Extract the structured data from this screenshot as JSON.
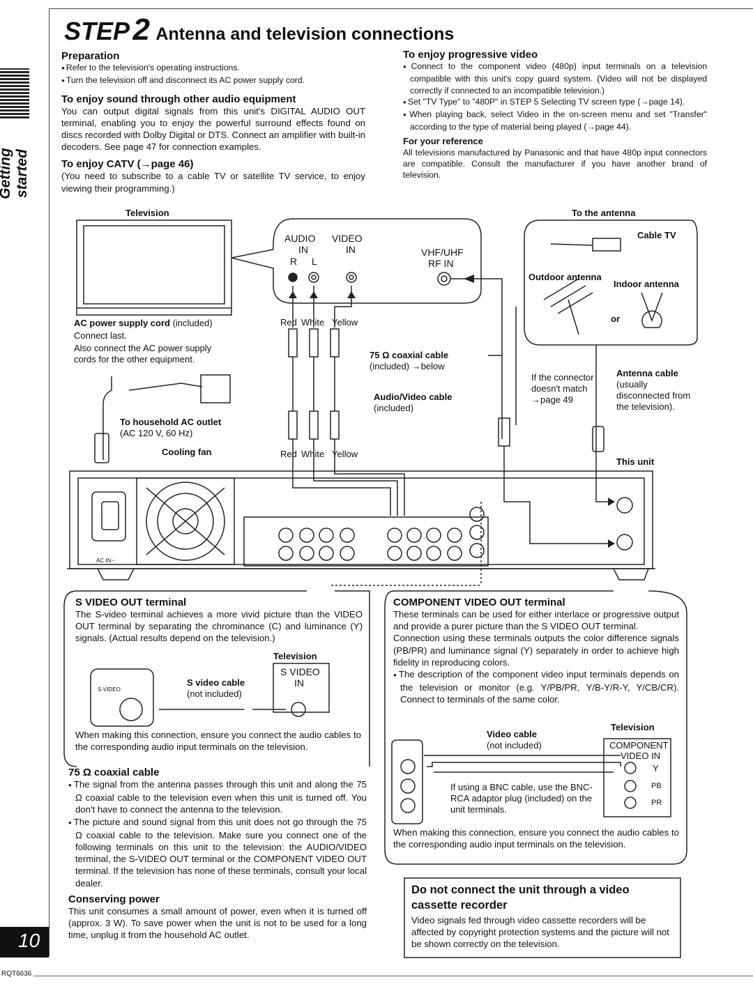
{
  "header": {
    "step_word": "STEP",
    "step_number": "2",
    "title": "Antenna and television connections"
  },
  "side_tab": "Getting started",
  "page_number": "10",
  "doc_code": "RQT6636",
  "left_col": {
    "preparation": {
      "heading": "Preparation",
      "bullets": [
        "Refer to the television's operating instructions.",
        "Turn the television off and disconnect its AC power supply cord."
      ]
    },
    "sound": {
      "heading": "To enjoy sound through other audio equipment",
      "text": "You can output digital signals from this unit's DIGITAL AUDIO OUT terminal, enabling you to enjoy the powerful surround effects found on discs recorded with Dolby Digital or DTS. Connect an amplifier with built-in decoders. See page 47 for connection examples."
    },
    "catv": {
      "heading": "To enjoy CATV (→page 46)",
      "text": "(You need to subscribe to a cable TV or satellite TV service, to enjoy viewing their programming.)"
    }
  },
  "right_col": {
    "progressive": {
      "heading": "To enjoy progressive video",
      "bullets": [
        "Connect to the component video (480p) input terminals on a television compatible with this unit's copy guard system. (Video will not be displayed correctly if connected to an incompatible television.)",
        "Set \"TV Type\" to \"480P\" in STEP 5 Selecting TV screen type (→page 14).",
        "When playing back, select Video in the on-screen menu and set \"Transfer\" according to the type of material being played (→page 44)."
      ]
    },
    "reference": {
      "heading": "For your reference",
      "text": "All televisions manufactured by Panasonic and that have 480p input connectors are compatible. Consult the manufacturer if you have another brand of television."
    }
  },
  "diagram": {
    "television": "Television",
    "to_antenna": "To the antenna",
    "audio": "AUDIO",
    "audio_in": "IN",
    "video": "VIDEO",
    "video_in": "IN",
    "r": "R",
    "l": "L",
    "vhf_uhf": "VHF/UHF",
    "rf_in": "RF IN",
    "cable_tv": "Cable TV",
    "outdoor_antenna": "Outdoor antenna",
    "indoor_antenna": "Indoor antenna",
    "or": "or",
    "ac_cord_bold": "AC power supply cord",
    "ac_cord_rest": " (included)",
    "connect_last": "Connect last.",
    "also_connect": "Also connect the AC power supply cords for the other equipment.",
    "red": "Red",
    "white": "White",
    "yellow": "Yellow",
    "coax_bold": "75 Ω coaxial cable",
    "coax_rest": "(included) →below",
    "av_cable_bold": "Audio/Video cable",
    "av_cable_rest": "(included)",
    "connector_note": "If the connector doesn't match →page 49",
    "antenna_cable_bold": "Antenna cable",
    "antenna_cable_rest": "(usually disconnected from the television).",
    "household_bold": "To household AC outlet",
    "household_rest": "(AC 120 V, 60 Hz)",
    "cooling_fan": "Cooling fan",
    "this_unit": "This unit",
    "ac_in": "AC IN~"
  },
  "svideo": {
    "heading": "S VIDEO OUT terminal",
    "text1": "The S-video terminal achieves a more vivid picture than the VIDEO OUT terminal by separating the chrominance (C) and luminance (Y) signals. (Actual results depend on the television.)",
    "television": "Television",
    "s_video_label": "S VIDEO",
    "in_label": "IN",
    "cable_bold": "S video cable",
    "cable_rest": "(not included)",
    "svideo_small": "S-VIDEO",
    "text2": "When making this connection, ensure you connect the audio cables to the corresponding audio input terminals on the television."
  },
  "coax": {
    "heading": "75 Ω coaxial cable",
    "bullets": [
      "The signal from the antenna passes through this unit and along the 75 Ω coaxial cable to the television even when this unit is turned off. You don't have to connect the antenna to the television.",
      "The picture and sound signal from this unit does not go through the 75 Ω coaxial cable to the television. Make sure you connect one of the following terminals on this unit to the television: the AUDIO/VIDEO terminal, the S-VIDEO OUT terminal or the COMPONENT VIDEO OUT terminal. If the television has none of these terminals, consult your local dealer."
    ]
  },
  "conserving": {
    "heading": "Conserving power",
    "text": "This unit consumes a small amount of power, even when it is turned off (approx. 3 W). To save power when the unit is not to be used for a long time, unplug it from the household AC outlet."
  },
  "component": {
    "heading": "COMPONENT VIDEO OUT terminal",
    "text1": "These terminals can be used for either interlace or progressive output and provide a purer picture than the S VIDEO OUT terminal.",
    "text2": "Connection using these terminals outputs the color difference signals (PB/PR) and luminance signal (Y) separately in order to achieve high fidelity in reproducing colors.",
    "bullet": "The description of the component video input terminals depends on the television or monitor (e.g. Y/PB/PR, Y/B-Y/R-Y, Y/CB/CR). Connect to terminals of the same color.",
    "television": "Television",
    "video_cable_bold": "Video cable",
    "video_cable_rest": "(not included)",
    "comp_label": "COMPONENT",
    "video_in": "VIDEO IN",
    "y": "Y",
    "pb": "PB",
    "pr": "PR",
    "bnc_note": "If using a BNC cable, use the BNC-RCA adaptor plug (included) on the unit terminals.",
    "text3": "When making this connection, ensure you connect the audio cables to the corresponding audio input terminals on the television."
  },
  "warning": {
    "heading": "Do not connect the unit through a video cassette recorder",
    "text": "Video signals fed through video cassette recorders will be affected by copyright protection systems and the picture will not be shown correctly on the television."
  }
}
